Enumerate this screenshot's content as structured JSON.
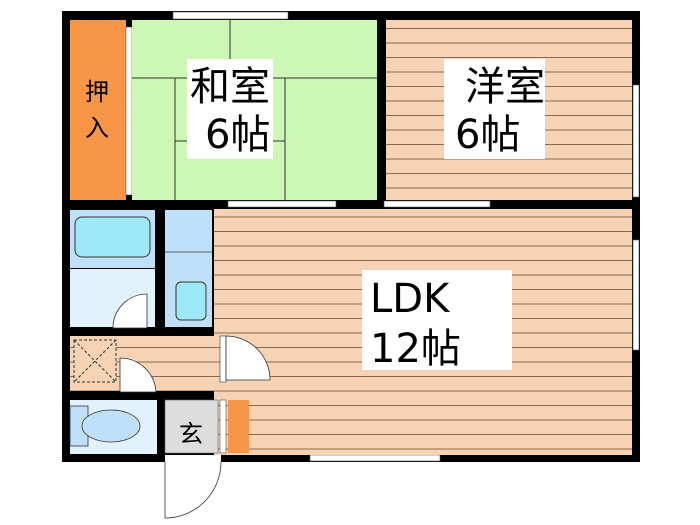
{
  "floorplan": {
    "rooms": {
      "closet": {
        "label_1": "押",
        "label_2": "入"
      },
      "washitsu": {
        "name": "和室",
        "size": "6帖"
      },
      "youshitsu": {
        "name": "洋室",
        "size": "6帖"
      },
      "ldk": {
        "name": "LDK",
        "size": "12帖"
      },
      "genkan": {
        "label": "玄"
      }
    },
    "colors": {
      "wall": "#000000",
      "tatami": "#ccf7b4",
      "wood_floor": "#f6d3b4",
      "wood_line": "#8a6a55",
      "closet": "#f79646",
      "bath": "#bfe0fb",
      "bath_light": "#e2f2fd",
      "tub": "#9ee9f7",
      "genkan": "#dddddd"
    }
  }
}
